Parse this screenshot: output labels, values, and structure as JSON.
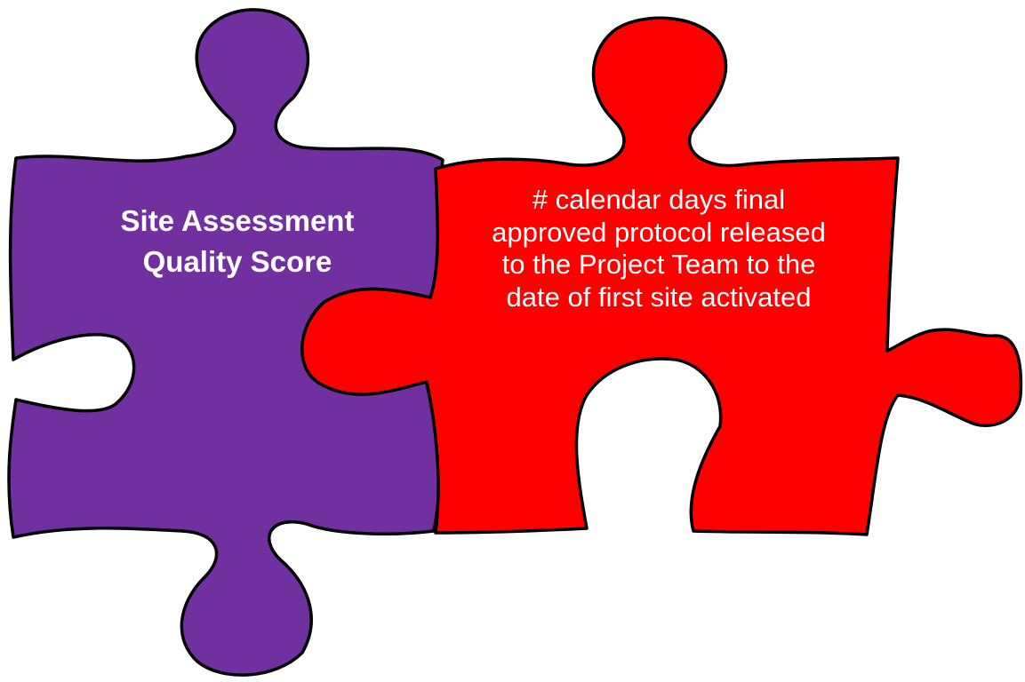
{
  "colors": {
    "left_piece_fill": "#7030A0",
    "right_piece_fill": "#FF0000",
    "outline": "#000000",
    "text": "#FFFFFF"
  },
  "left_piece": {
    "lines": [
      "Site Assessment",
      "Quality Score"
    ]
  },
  "right_piece": {
    "lines": [
      "# calendar days final",
      "approved protocol released",
      "to the Project Team to the",
      "date of first site activated"
    ]
  }
}
